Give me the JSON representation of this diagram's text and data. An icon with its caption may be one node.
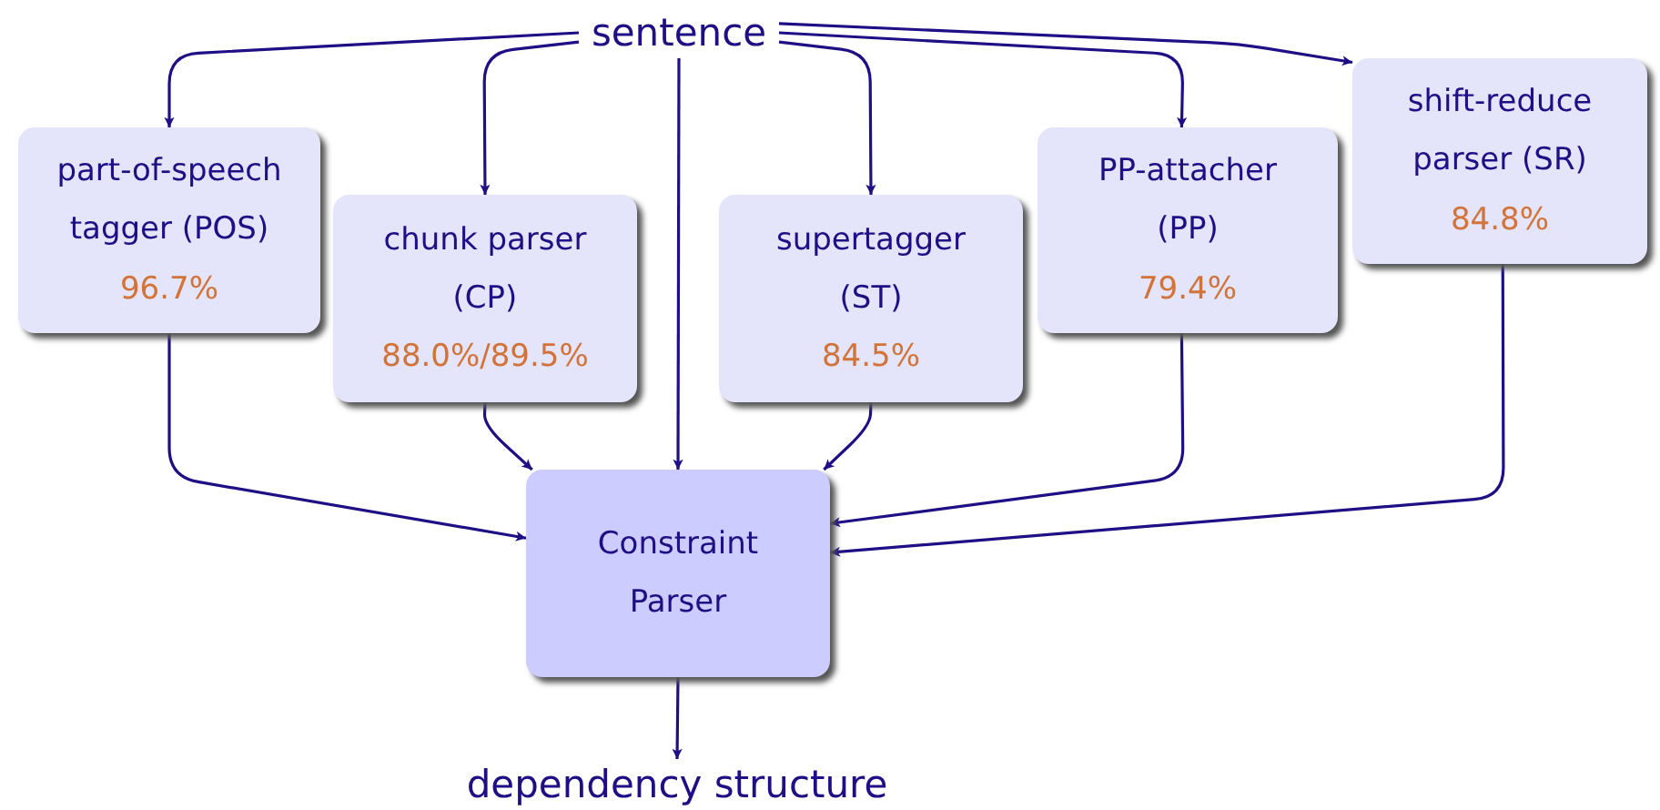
{
  "diagram": {
    "nodes": [
      {
        "text": [
          "sentence"
        ]
      },
      {
        "text": [
          "part-of-speech tagger (POS)",
          "96.7%"
        ]
      },
      {
        "text": [
          "chunk parser (CP)",
          "88.0%/89.5%"
        ]
      },
      {
        "text": [
          "supertagger (ST)",
          "84.5%"
        ]
      },
      {
        "text": [
          "PP-attacher (PP)",
          "79.4%"
        ]
      },
      {
        "text": [
          "shift-reduce parser (SR)",
          "84.8%"
        ]
      },
      {
        "text": [
          "Constraint Parser"
        ]
      },
      {
        "text": [
          "dependency structure"
        ]
      }
    ],
    "edges": [
      {
        "from": 0,
        "to": 1,
        "arrow": "to"
      },
      {
        "from": 0,
        "to": 2,
        "arrow": "to"
      },
      {
        "from": 0,
        "to": 3,
        "arrow": "to"
      },
      {
        "from": 0,
        "to": 4,
        "arrow": "to"
      },
      {
        "from": 0,
        "to": 5,
        "arrow": "to"
      },
      {
        "from": 0,
        "to": 6,
        "arrow": "to"
      },
      {
        "from": 1,
        "to": 6,
        "arrow": "to"
      },
      {
        "from": 2,
        "to": 6,
        "arrow": "to"
      },
      {
        "from": 3,
        "to": 6,
        "arrow": "to"
      },
      {
        "from": 4,
        "to": 6,
        "arrow": "to"
      },
      {
        "from": 5,
        "to": 6,
        "arrow": "to"
      },
      {
        "from": 6,
        "to": 7,
        "arrow": "to"
      }
    ]
  }
}
